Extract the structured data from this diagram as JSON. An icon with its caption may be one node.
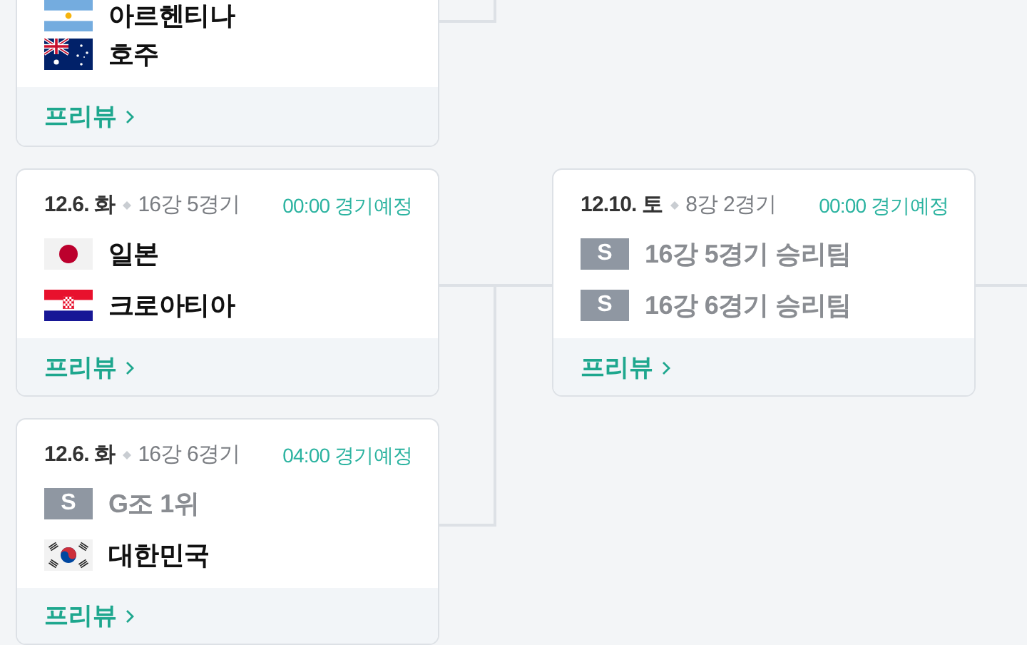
{
  "diagram": {
    "nodes": [
      {
        "text": [
          "아르헨티나",
          "호주",
          "프리뷰"
        ]
      },
      {
        "text": [
          "12.6. 화",
          "16강 5경기",
          "00:00 경기예정",
          "일본",
          "크로아티아",
          "프리뷰"
        ]
      },
      {
        "text": [
          "12.6. 화",
          "16강 6경기",
          "04:00 경기예정",
          "G조 1위",
          "대한민국",
          "프리뷰"
        ]
      },
      {
        "text": [
          "S"
        ],
        "in": 2
      },
      {
        "text": [
          "12.10. 토",
          "8강 2경기",
          "00:00 경기예정",
          "16강 5경기 승리팀",
          "16강 6경기 승리팀",
          "프리뷰"
        ]
      },
      {
        "text": [
          "S"
        ],
        "in": 4
      },
      {
        "text": [
          "S"
        ],
        "in": 4
      }
    ],
    "edges": [
      {
        "from": 0,
        "to": null,
        "arrow": "none"
      },
      {
        "from": 1,
        "to": 4,
        "arrow": "none"
      },
      {
        "from": 2,
        "to": 4,
        "arrow": "none"
      },
      {
        "from": 4,
        "to": null,
        "arrow": "none"
      }
    ]
  }
}
